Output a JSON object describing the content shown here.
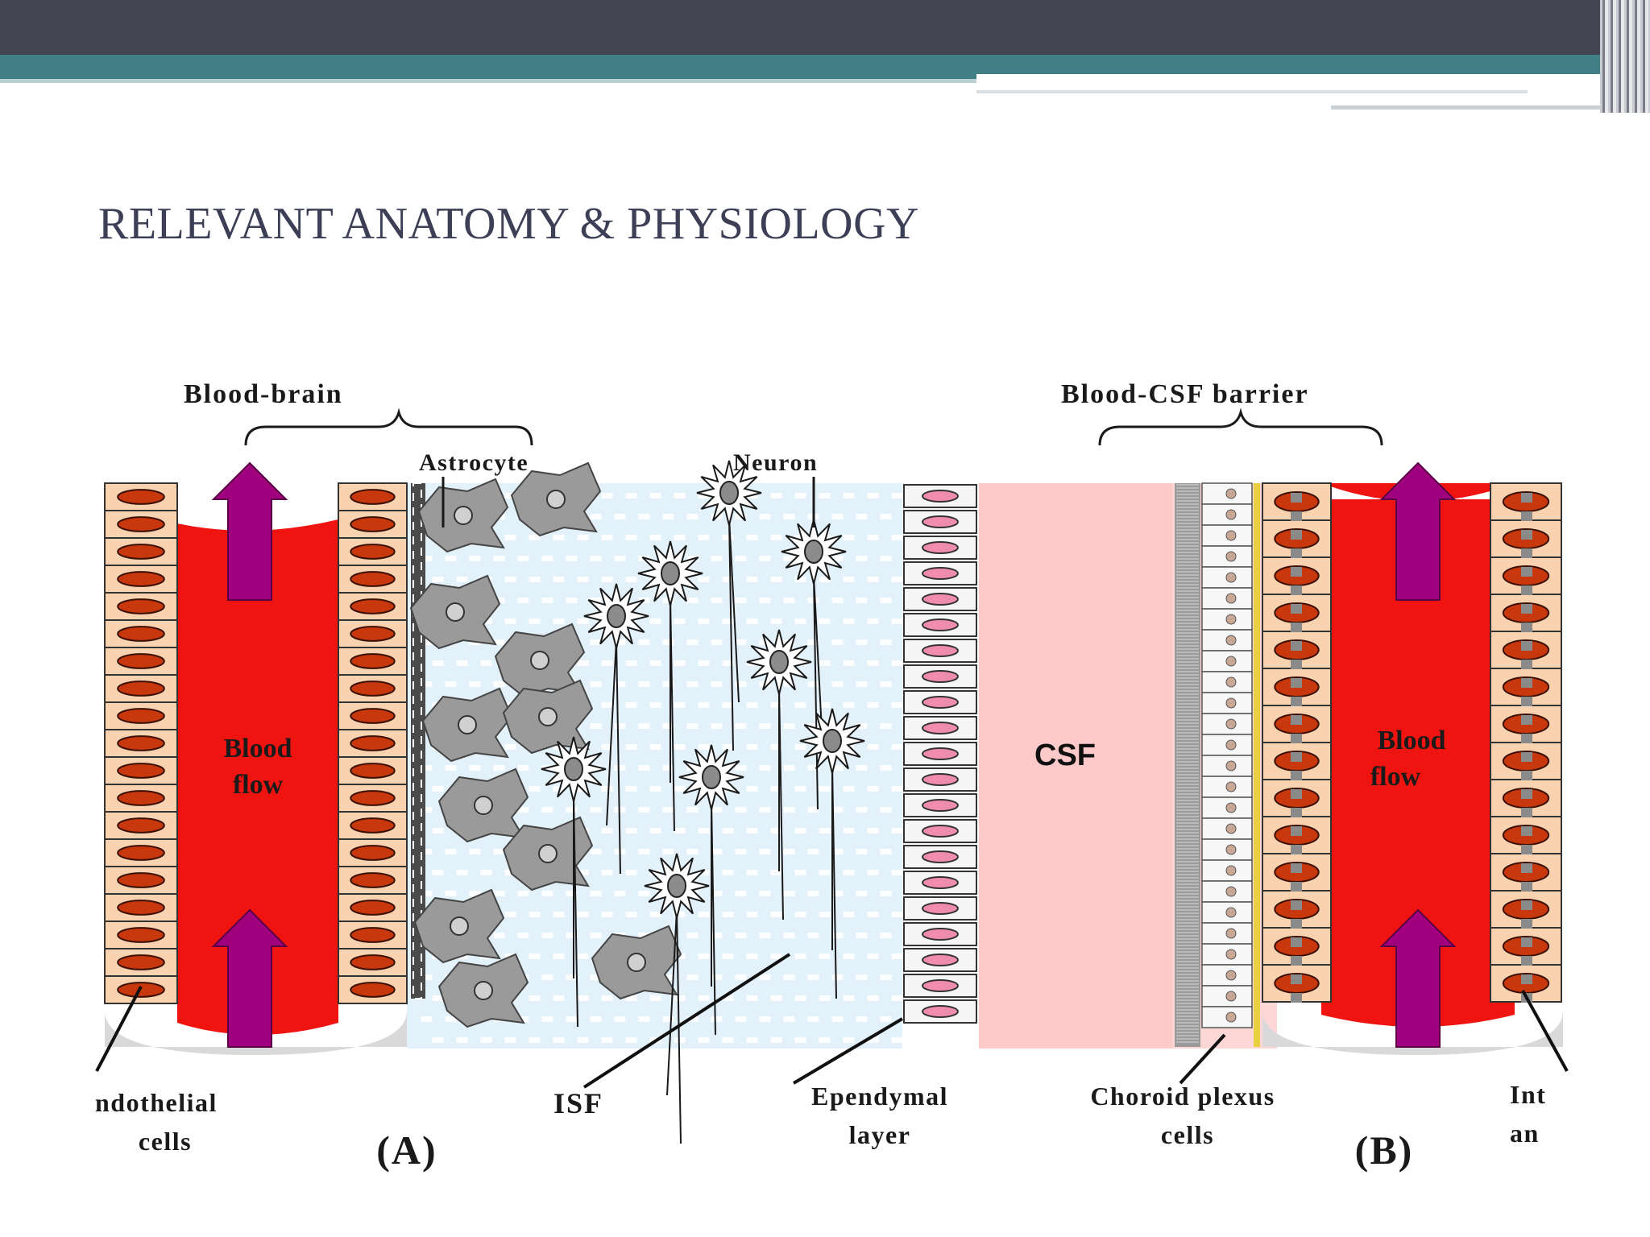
{
  "slide": {
    "title": "RELEVANT ANATOMY & PHYSIOLOGY"
  },
  "diagram": {
    "labels": {
      "blood_brain": "Blood-brain",
      "astrocyte": "Astrocyte",
      "neuron": "Neuron",
      "blood_csf_barrier": "Blood-CSF barrier",
      "blood_flow_a_line1": "Blood",
      "blood_flow_a_line2": "flow",
      "blood_flow_b_line1": "Blood",
      "blood_flow_b_line2": "flow",
      "csf": "CSF",
      "endothelial_line1": "ndothelial",
      "endothelial_line2": "cells",
      "panel_a": "(A)",
      "isf": "ISF",
      "ependymal_line1": "Ependymal",
      "ependymal_line2": "layer",
      "choroid_line1": "Choroid plexus",
      "choroid_line2": "cells",
      "panel_b": "(B)",
      "int_line1": "Int",
      "int_line2": "an"
    },
    "colors": {
      "blood": "#f01410",
      "arrow": "#a0007e",
      "endothelial_cell": "#f9d2b0",
      "nucleus": "#c9380c",
      "csf": "#fdc9c9",
      "isf": "#e3f1fb",
      "astrocyte": "#9a9a9a",
      "ependymal_nucleus": "#f08cac"
    }
  }
}
